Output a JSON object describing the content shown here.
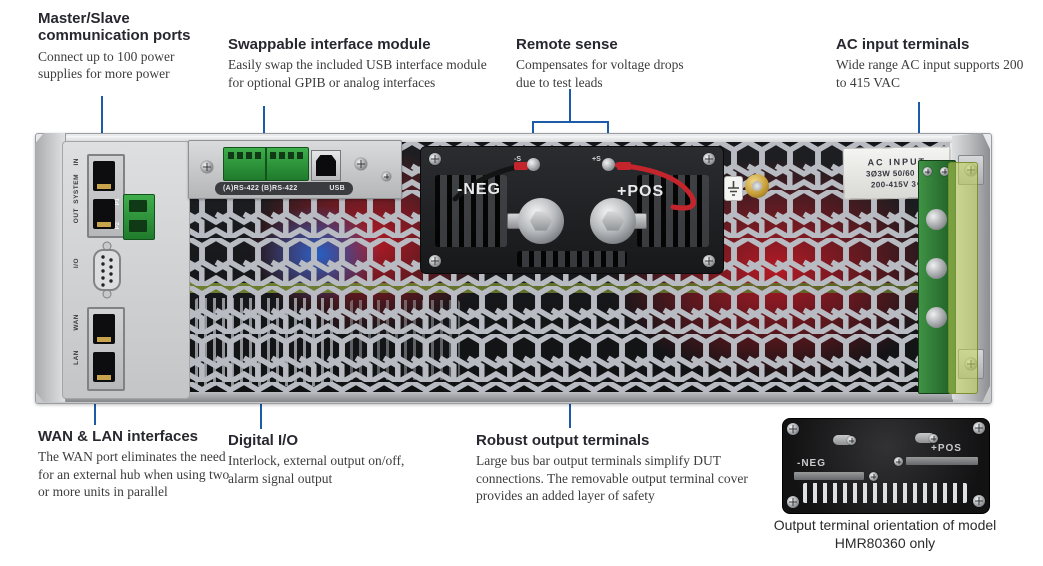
{
  "palette": {
    "callout_blue": "#1b5ba7",
    "heading_color": "#27272f",
    "body_color": "#3c3c3c"
  },
  "callouts": {
    "master_slave": {
      "title": "Master/Slave communication ports",
      "body": "Connect up to 100 power supplies for more power"
    },
    "swappable": {
      "title": "Swappable interface module",
      "body": "Easily swap the included USB interface module for optional GPIB or analog interfaces"
    },
    "remote_sense": {
      "title": "Remote sense",
      "body": "Compensates for voltage drops due to test leads"
    },
    "ac_input": {
      "title": "AC input terminals",
      "body": "Wide range AC input supports 200 to 415 VAC"
    },
    "wan_lan": {
      "title": "WAN & LAN interfaces",
      "body": "The WAN port eliminates the need for an external hub when using two or more units in parallel"
    },
    "digital_io": {
      "title": "Digital I/O",
      "body": "Interlock, external output on/off, alarm signal output"
    },
    "robust_output": {
      "title": "Robust output terminals",
      "body": "Large bus bar output terminals simplify DUT connections. The removable output terminal cover provides an added layer of safety"
    }
  },
  "device": {
    "left_panel": {
      "system": "SYSTEM",
      "in": "IN",
      "out": "OUT",
      "p1": "P1",
      "p2": "P2",
      "io": "I/O",
      "wan": "WAN",
      "lan": "LAN"
    },
    "module": {
      "rs422": "(A)RS-422 (B)RS-422",
      "usb": "USB"
    },
    "output": {
      "neg": "-NEG",
      "pos": "+POS",
      "sense_neg": "-S",
      "sense_pos": "+S"
    },
    "ac_label": {
      "line1": "AC INPUT",
      "line2": "3Ø3W  50/60 Hz",
      "line3": "200-415V  3∿"
    }
  },
  "inset": {
    "neg": "-NEG",
    "pos": "+POS",
    "caption": "Output terminal orientation of model HMR80360 only"
  }
}
